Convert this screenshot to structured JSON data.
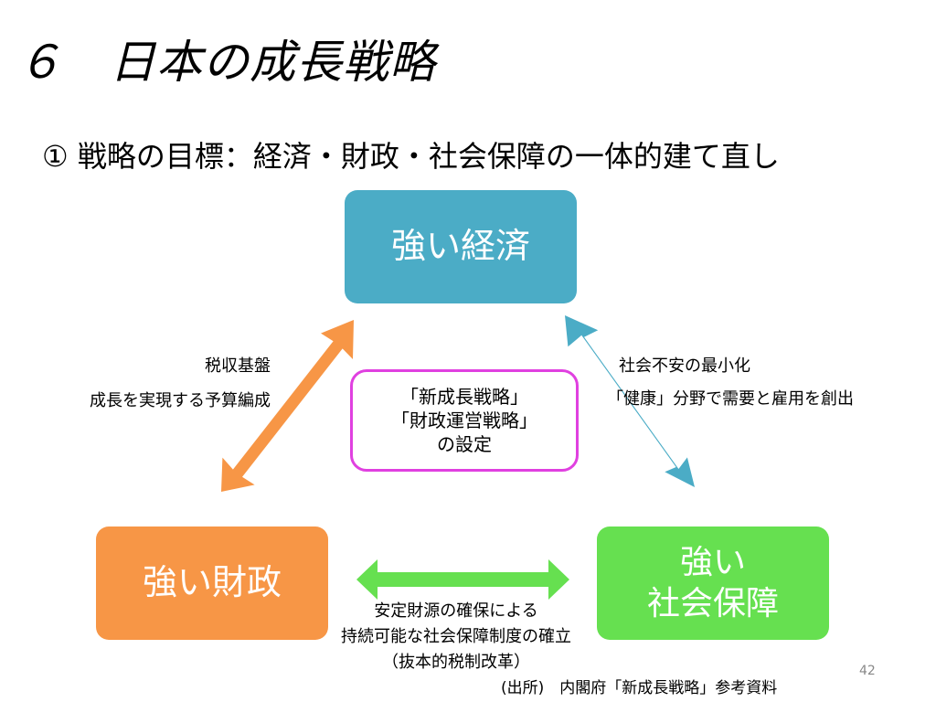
{
  "slide": {
    "title": "６　日本の成長戦略",
    "subtitle": "① 戦略の目標：経済・財政・社会保障の一体的建て直し",
    "page_number": "42",
    "source": "(出所)　内閣府「新成長戦略」参考資料"
  },
  "boxes": {
    "economy": "強い経済",
    "fiscal": "強い財政",
    "social_line1": "強い",
    "social_line2": "社会保障"
  },
  "center": {
    "line1": "「新成長戦略」",
    "line2": "「財政運営戦略」",
    "line3": "の設定"
  },
  "labels": {
    "left_line1": "税収基盤",
    "left_line2": "成長を実現する予算編成",
    "right_line1": "社会不安の最小化",
    "right_line2": "「健康」分野で需要と雇用を創出",
    "bottom_line1": "安定財源の確保による",
    "bottom_line2": "持続可能な社会保障制度の確立",
    "bottom_line3": "（抜本的税制改革）"
  },
  "colors": {
    "economy": "#4bacc6",
    "fiscal": "#f79646",
    "social": "#66e050",
    "center_border": "#e040e0"
  }
}
